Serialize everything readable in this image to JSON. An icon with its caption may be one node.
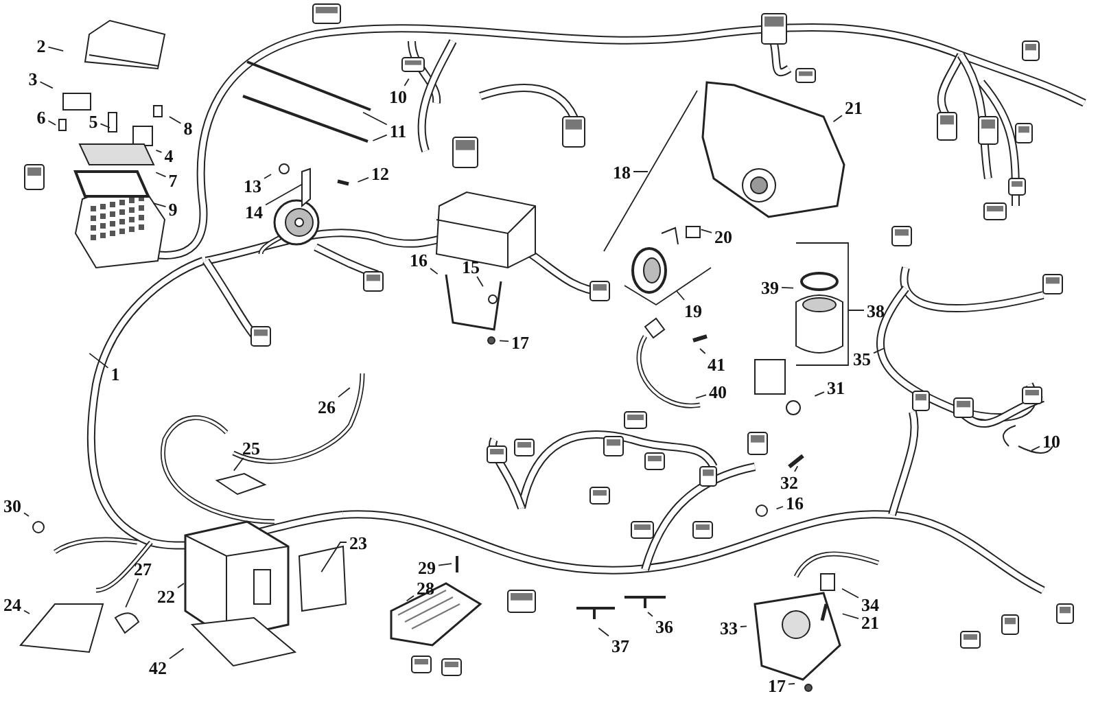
{
  "diagram": {
    "nodes": [
      {
        "text": [
          "2"
        ]
      },
      {
        "text": [
          "10"
        ]
      },
      {
        "text": [
          "3"
        ]
      },
      {
        "text": [
          "21"
        ]
      },
      {
        "text": [
          "6"
        ]
      },
      {
        "text": [
          "5"
        ]
      },
      {
        "text": [
          "8"
        ]
      },
      {
        "text": [
          "11"
        ]
      },
      {
        "text": [
          "4"
        ]
      },
      {
        "text": [
          "18"
        ]
      },
      {
        "text": [
          "12"
        ]
      },
      {
        "text": [
          "7"
        ]
      },
      {
        "text": [
          "13"
        ]
      },
      {
        "text": [
          "9"
        ]
      },
      {
        "text": [
          "14"
        ]
      },
      {
        "text": [
          "20"
        ]
      },
      {
        "text": [
          "16"
        ]
      },
      {
        "text": [
          "15"
        ]
      },
      {
        "text": [
          "39"
        ]
      },
      {
        "text": [
          "19"
        ]
      },
      {
        "text": [
          "38"
        ]
      },
      {
        "text": [
          "17"
        ]
      },
      {
        "text": [
          "35"
        ]
      },
      {
        "text": [
          "41"
        ]
      },
      {
        "text": [
          "1"
        ]
      },
      {
        "text": [
          "31"
        ]
      },
      {
        "text": [
          "40"
        ]
      },
      {
        "text": [
          "26"
        ]
      },
      {
        "text": [
          "10"
        ]
      },
      {
        "text": [
          "25"
        ]
      },
      {
        "text": [
          "32"
        ]
      },
      {
        "text": [
          "16"
        ]
      },
      {
        "text": [
          "30"
        ]
      },
      {
        "text": [
          "23"
        ]
      },
      {
        "text": [
          "29"
        ]
      },
      {
        "text": [
          "27"
        ]
      },
      {
        "text": [
          "28"
        ]
      },
      {
        "text": [
          "22"
        ]
      },
      {
        "text": [
          "34"
        ]
      },
      {
        "text": [
          "24"
        ]
      },
      {
        "text": [
          "36"
        ]
      },
      {
        "text": [
          "21"
        ]
      },
      {
        "text": [
          "33"
        ]
      },
      {
        "text": [
          "37"
        ]
      },
      {
        "text": [
          "42"
        ]
      },
      {
        "text": [
          "17"
        ]
      }
    ],
    "edges": [
      {
        "from": 0,
        "to": null,
        "arrow": "none"
      },
      {
        "from": 1,
        "to": null,
        "arrow": "none"
      },
      {
        "from": 2,
        "to": null,
        "arrow": "none"
      },
      {
        "from": 3,
        "to": null,
        "arrow": "none"
      },
      {
        "from": 4,
        "to": null,
        "arrow": "none"
      },
      {
        "from": 5,
        "to": null,
        "arrow": "none"
      },
      {
        "from": 6,
        "to": null,
        "arrow": "none"
      },
      {
        "from": 7,
        "to": null,
        "arrow": "none"
      },
      {
        "from": 7,
        "to": null,
        "arrow": "none"
      },
      {
        "from": 8,
        "to": null,
        "arrow": "none"
      },
      {
        "from": 9,
        "to": null,
        "arrow": "none"
      },
      {
        "from": 10,
        "to": null,
        "arrow": "none"
      },
      {
        "from": 11,
        "to": null,
        "arrow": "none"
      },
      {
        "from": 12,
        "to": null,
        "arrow": "none"
      },
      {
        "from": 13,
        "to": null,
        "arrow": "none"
      },
      {
        "from": 14,
        "to": null,
        "arrow": "none"
      },
      {
        "from": 15,
        "to": null,
        "arrow": "none"
      },
      {
        "from": 16,
        "to": null,
        "arrow": "none"
      },
      {
        "from": 17,
        "to": null,
        "arrow": "none"
      },
      {
        "from": 18,
        "to": null,
        "arrow": "none"
      },
      {
        "from": 19,
        "to": null,
        "arrow": "none"
      },
      {
        "from": 20,
        "to": null,
        "arrow": "none"
      },
      {
        "from": 21,
        "to": null,
        "arrow": "none"
      },
      {
        "from": 22,
        "to": null,
        "arrow": "none"
      },
      {
        "from": 23,
        "to": null,
        "arrow": "none"
      },
      {
        "from": 24,
        "to": null,
        "arrow": "none"
      },
      {
        "from": 25,
        "to": null,
        "arrow": "none"
      },
      {
        "from": 26,
        "to": null,
        "arrow": "none"
      },
      {
        "from": 27,
        "to": null,
        "arrow": "none"
      },
      {
        "from": 28,
        "to": null,
        "arrow": "none"
      },
      {
        "from": 29,
        "to": null,
        "arrow": "none"
      },
      {
        "from": 30,
        "to": null,
        "arrow": "none"
      },
      {
        "from": 31,
        "to": null,
        "arrow": "none"
      },
      {
        "from": 32,
        "to": null,
        "arrow": "none"
      },
      {
        "from": 33,
        "to": null,
        "arrow": "none"
      },
      {
        "from": 34,
        "to": null,
        "arrow": "none"
      },
      {
        "from": 35,
        "to": null,
        "arrow": "none"
      },
      {
        "from": 36,
        "to": null,
        "arrow": "none"
      },
      {
        "from": 37,
        "to": null,
        "arrow": "none"
      },
      {
        "from": 38,
        "to": null,
        "arrow": "none"
      },
      {
        "from": 39,
        "to": null,
        "arrow": "none"
      },
      {
        "from": 40,
        "to": null,
        "arrow": "none"
      },
      {
        "from": 41,
        "to": null,
        "arrow": "none"
      },
      {
        "from": 42,
        "to": null,
        "arrow": "none"
      },
      {
        "from": 43,
        "to": null,
        "arrow": "none"
      },
      {
        "from": 44,
        "to": null,
        "arrow": "none"
      },
      {
        "from": 45,
        "to": null,
        "arrow": "none"
      }
    ]
  }
}
